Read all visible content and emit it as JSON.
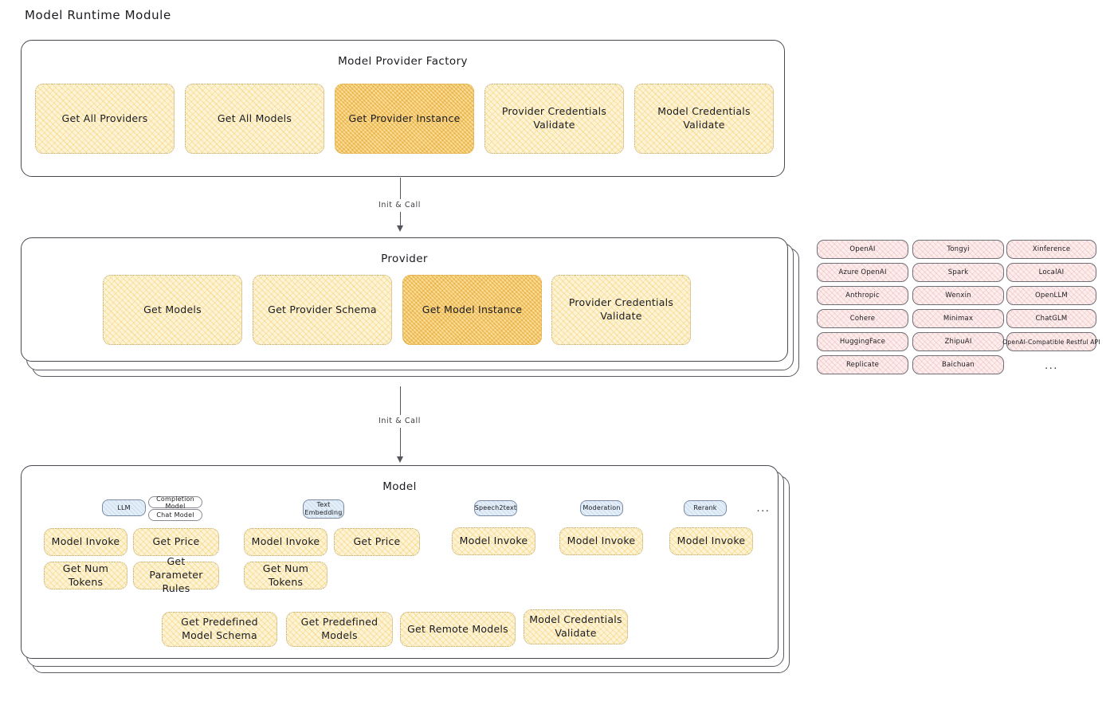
{
  "page": {
    "title": "Model Runtime Module"
  },
  "factory": {
    "title": "Model Provider Factory",
    "boxes": [
      {
        "label": "Get All Providers",
        "highlighted": false
      },
      {
        "label": "Get All Models",
        "highlighted": false
      },
      {
        "label": "Get Provider Instance",
        "highlighted": true
      },
      {
        "label": "Provider Credentials Validate",
        "highlighted": false
      },
      {
        "label": "Model Credentials Validate",
        "highlighted": false
      }
    ]
  },
  "arrows": {
    "factory_to_provider": "Init & Call",
    "provider_to_model": "Init & Call"
  },
  "provider": {
    "title": "Provider",
    "boxes": [
      {
        "label": "Get Models",
        "highlighted": false
      },
      {
        "label": "Get Provider Schema",
        "highlighted": false
      },
      {
        "label": "Get Model Instance",
        "highlighted": true
      },
      {
        "label": "Provider Credentials Validate",
        "highlighted": false
      }
    ]
  },
  "provider_list": {
    "columns": [
      [
        "OpenAI",
        "Azure OpenAI",
        "Anthropic",
        "Cohere",
        "HuggingFace",
        "Replicate"
      ],
      [
        "Tongyi",
        "Spark",
        "Wenxin",
        "Minimax",
        "ZhipuAI",
        "Baichuan"
      ],
      [
        "Xinference",
        "LocalAI",
        "OpenLLM",
        "ChatGLM",
        "OpenAI-Compatible Restful API"
      ]
    ],
    "more": "..."
  },
  "model": {
    "title": "Model",
    "more": "...",
    "types": [
      {
        "badge": "LLM",
        "sub_badges": [
          "Completion Model",
          "Chat Model"
        ],
        "methods": [
          {
            "label": "Model Invoke",
            "highlighted": true
          },
          {
            "label": "Get Price",
            "highlighted": false
          },
          {
            "label": "Get Num Tokens",
            "highlighted": false
          },
          {
            "label": "Get Parameter Rules",
            "highlighted": false
          }
        ]
      },
      {
        "badge": "Text Embedding",
        "sub_badges": [],
        "methods": [
          {
            "label": "Model Invoke",
            "highlighted": true
          },
          {
            "label": "Get Price",
            "highlighted": false
          },
          {
            "label": "Get Num Tokens",
            "highlighted": false
          }
        ]
      },
      {
        "badge": "Speech2text",
        "sub_badges": [],
        "methods": [
          {
            "label": "Model Invoke",
            "highlighted": true
          }
        ]
      },
      {
        "badge": "Moderation",
        "sub_badges": [],
        "methods": [
          {
            "label": "Model Invoke",
            "highlighted": true
          }
        ]
      },
      {
        "badge": "Rerank",
        "sub_badges": [],
        "methods": [
          {
            "label": "Model Invoke",
            "highlighted": true
          }
        ]
      }
    ],
    "shared_methods": [
      "Get Predefined Model Schema",
      "Get Predefined Models",
      "Get Remote Models",
      "Model Credentials Validate"
    ]
  },
  "colors": {
    "method_fill": "#fdf4d8",
    "method_fill_highlight": "#fbdd9a",
    "method_stroke": "#b9a46a",
    "badge_blue_fill": "#e3eef8",
    "provider_chip_fill": "#fdeeee",
    "panel_stroke": "#4a4a52",
    "text": "#1b1b1f"
  }
}
